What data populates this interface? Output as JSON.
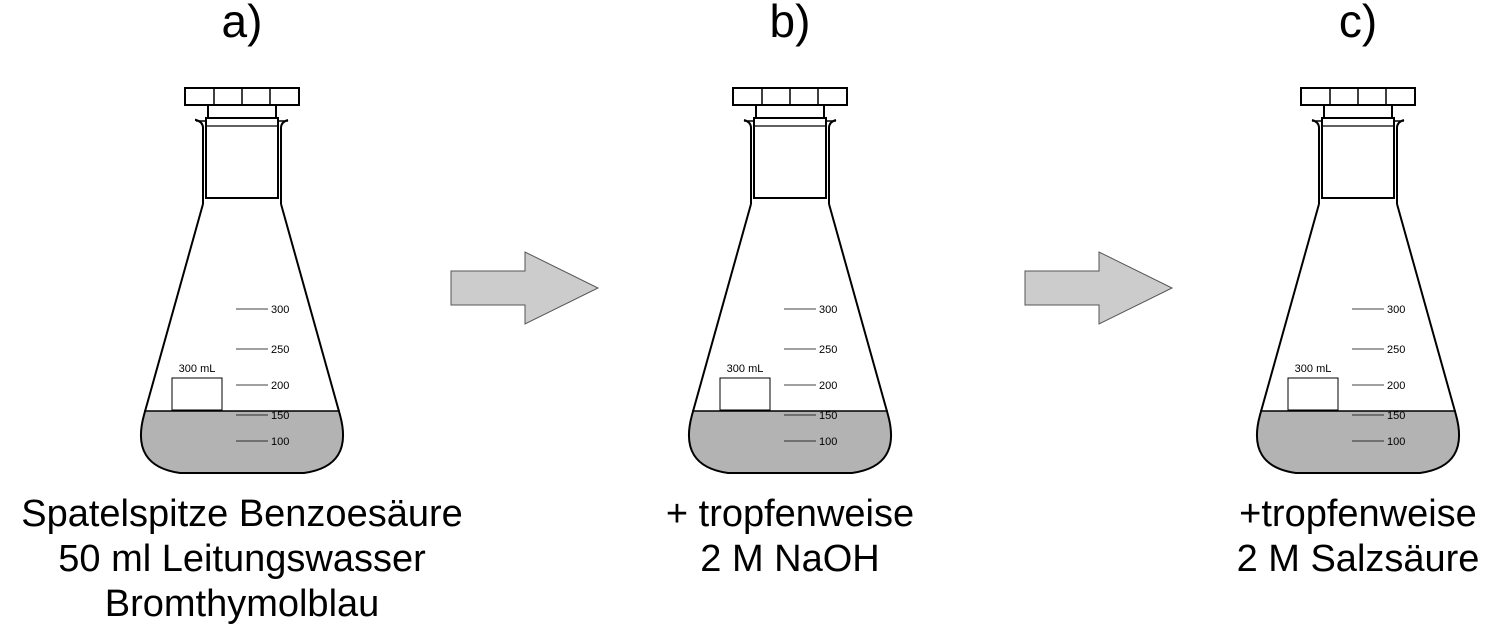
{
  "steps": [
    {
      "label": "a)",
      "flask_volume": "300 mL",
      "scale": [
        "300",
        "250",
        "200",
        "150",
        "100"
      ],
      "caption": [
        "Spatelspitze Benzoesäure",
        "50 ml Leitungswasser",
        "Bromthymolblau"
      ]
    },
    {
      "label": "b)",
      "flask_volume": "300 mL",
      "scale": [
        "300",
        "250",
        "200",
        "150",
        "100"
      ],
      "caption": [
        "+ tropfenweise",
        "2 M NaOH"
      ]
    },
    {
      "label": "c)",
      "flask_volume": "300 mL",
      "scale": [
        "300",
        "250",
        "200",
        "150",
        "100"
      ],
      "caption": [
        "+tropfenweise",
        "2 M Salzsäure"
      ]
    }
  ],
  "colors": {
    "liquid": "#b3b3b3",
    "arrow_fill": "#cccccc",
    "stroke": "#000000"
  }
}
